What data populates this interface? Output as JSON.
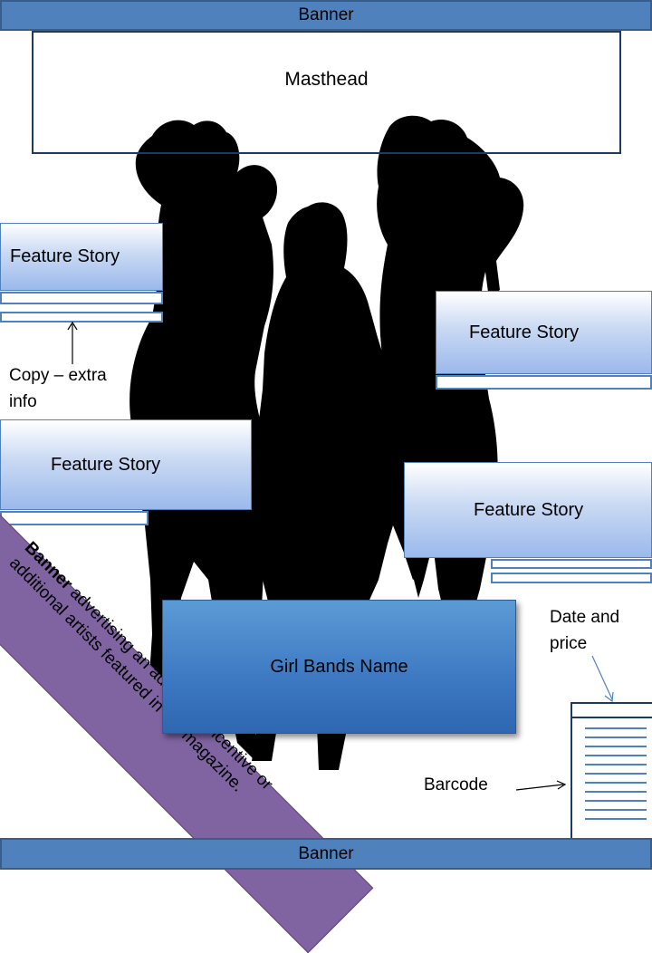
{
  "top_banner": {
    "label": "Banner"
  },
  "masthead": {
    "label": "Masthead"
  },
  "features": {
    "left_top": "Feature Story",
    "right_top": "Feature Story",
    "left_mid": "Feature Story",
    "right_mid": "Feature Story"
  },
  "copy_note": {
    "line1": "Copy – extra",
    "line2": "info"
  },
  "band_name": {
    "label": "Girl Bands Name"
  },
  "side_banner": {
    "bold": "Banner",
    "rest": " advertising an additional incentive or additional artists featured in the magazine."
  },
  "date_price": {
    "line1": "Date and",
    "line2": "price"
  },
  "barcode": {
    "label": "Barcode"
  },
  "bottom_banner": {
    "label": "Banner"
  },
  "colors": {
    "banner_blue": "#4f81bd",
    "purple_banner": "#8064a2",
    "silhouette": "#000000"
  }
}
